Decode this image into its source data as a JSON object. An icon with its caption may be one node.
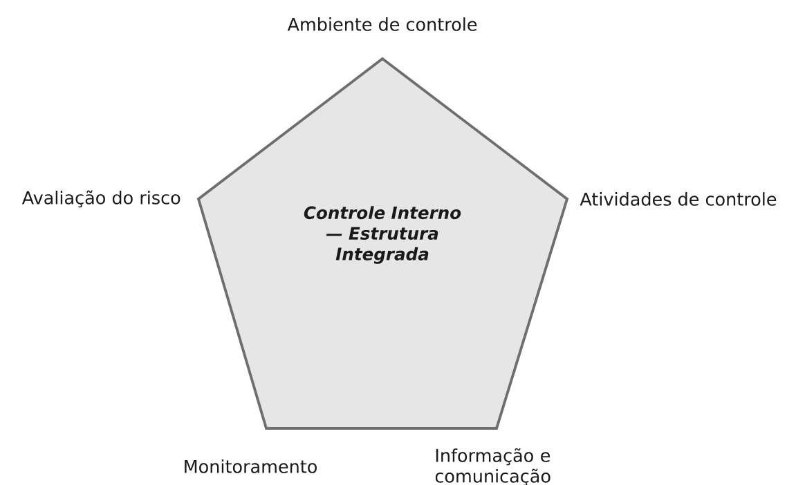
{
  "diagram": {
    "nodes": [
      {
        "text": [
          "Controle Interno — Estrutura Integrada"
        ]
      }
    ],
    "labels": [
      "Ambiente de controle",
      "Avaliação do risco",
      "Atividades de controle",
      "Monitoramento",
      "Informação e comunicação"
    ]
  }
}
